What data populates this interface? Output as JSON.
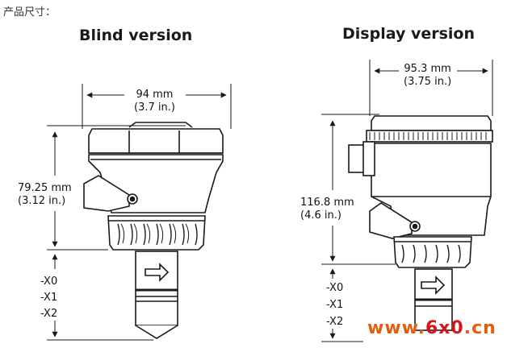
{
  "header": {
    "label": "产品尺寸："
  },
  "blind": {
    "title": "Blind version",
    "width_mm": "94 mm",
    "width_in": "(3.7 in.)",
    "height_mm": "79.25 mm",
    "height_in": "(3.12 in.)",
    "codes": [
      "-X0",
      "-X1",
      "-X2"
    ]
  },
  "display": {
    "title": "Display version",
    "width_mm": "95.3 mm",
    "width_in": "(3.75 in.)",
    "height_mm": "116.8 mm",
    "height_in": "(4.6 in.)",
    "codes": [
      "-X0",
      "-X1",
      "-X2"
    ]
  },
  "watermark": {
    "part1": "www.",
    "part2": "6x0",
    "part3": ".cn"
  },
  "colors": {
    "line": "#1a1a1a",
    "watermark_orange": "#e06010",
    "watermark_red": "#d01818"
  }
}
